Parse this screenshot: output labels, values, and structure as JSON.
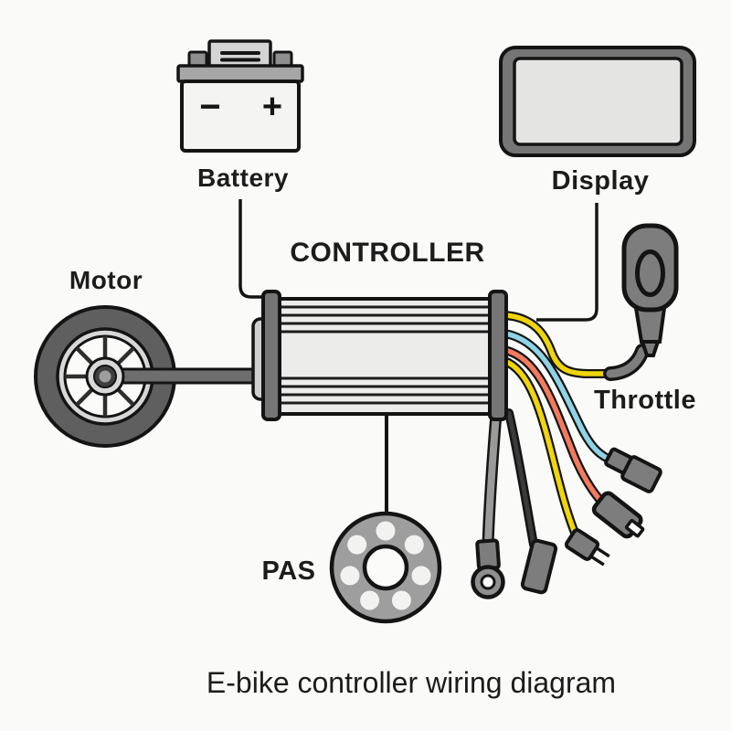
{
  "title": "E-bike controller wiring diagram",
  "labels": {
    "battery": "Battery",
    "display": "Display",
    "motor": "Motor",
    "controller": "CONTROLLER",
    "throttle": "Throttle",
    "pas": "PAS"
  },
  "battery_terminals": {
    "minus": "−",
    "plus": "+"
  },
  "colors": {
    "wire_yellow": "#f0d50a",
    "wire_blue": "#8fd3e6",
    "wire_red": "#f37a5f",
    "wire_black": "#3a3a3a",
    "wire_gray": "#9a9a9a",
    "wire_outline": "#141414",
    "component_gray": "#7d7d7d",
    "controller_body": "#ececea",
    "background": "#fafaf8"
  },
  "wires": [
    {
      "name": "throttle-wire",
      "color": "#f0d50a",
      "to": "Throttle"
    },
    {
      "name": "blue-wire",
      "color": "#8fd3e6",
      "to": "two-part connector"
    },
    {
      "name": "red-wire",
      "color": "#f37a5f",
      "to": "forked connector"
    },
    {
      "name": "yellow-wire",
      "color": "#f0d50a",
      "to": "two-pin connector"
    },
    {
      "name": "gray-wire",
      "color": "#9a9a9a",
      "to": "ring terminal"
    },
    {
      "name": "black-wire",
      "color": "#3a3a3a",
      "to": "block connector"
    }
  ]
}
